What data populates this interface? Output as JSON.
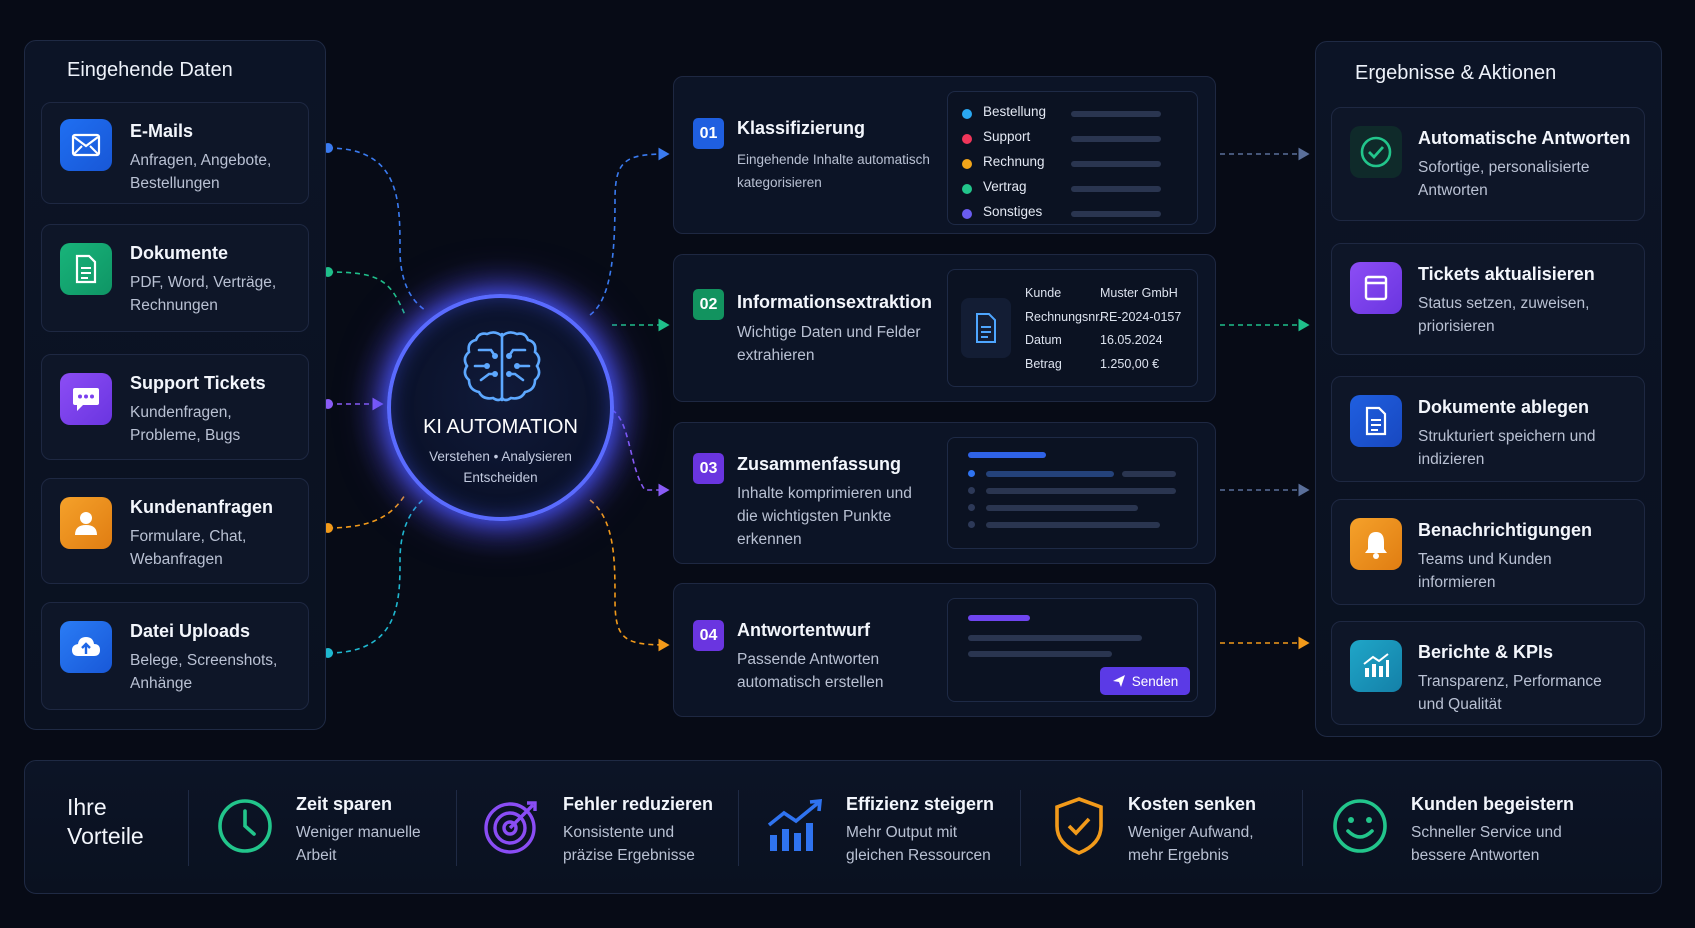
{
  "left": {
    "title": "Eingehende Daten",
    "items": [
      {
        "title": "E-Mails",
        "desc1": "Anfragen, Angebote,",
        "desc2": "Bestellungen",
        "icon": "mail-icon"
      },
      {
        "title": "Dokumente",
        "desc1": "PDF, Word, Verträge,",
        "desc2": "Rechnungen",
        "icon": "document-icon"
      },
      {
        "title": "Support Tickets",
        "desc1": "Kundenfragen,",
        "desc2": "Probleme, Bugs",
        "icon": "chat-icon"
      },
      {
        "title": "Kundenanfragen",
        "desc1": "Formulare, Chat,",
        "desc2": "Webanfragen",
        "icon": "user-icon"
      },
      {
        "title": "Datei Uploads",
        "desc1": "Belege, Screenshots,",
        "desc2": "Anhänge",
        "icon": "cloud-upload-icon"
      }
    ]
  },
  "center": {
    "title": "KI AUTOMATION",
    "subtitle1": "Verstehen • Analysieren",
    "subtitle2": "Entscheiden",
    "icon": "brain-icon"
  },
  "steps": [
    {
      "num": "01",
      "title": "Klassifizierung",
      "desc1": "Eingehende Inhalte automatisch",
      "desc2": "kategorisieren",
      "desc3": ""
    },
    {
      "num": "02",
      "title": "Informationsextraktion",
      "desc1": "Wichtige Daten und Felder",
      "desc2": "extrahieren",
      "desc3": ""
    },
    {
      "num": "03",
      "title": "Zusammenfassung",
      "desc1": "Inhalte komprimieren und",
      "desc2": "die wichtigsten Punkte",
      "desc3": "erkennen"
    },
    {
      "num": "04",
      "title": "Antwortentwurf",
      "desc1": "Passende Antworten",
      "desc2": "automatisch erstellen",
      "desc3": ""
    }
  ],
  "categories": [
    {
      "label": "Bestellung",
      "color": "#2aa8f2"
    },
    {
      "label": "Support",
      "color": "#f0365a"
    },
    {
      "label": "Rechnung",
      "color": "#f2a51a"
    },
    {
      "label": "Vertrag",
      "color": "#22c58b"
    },
    {
      "label": "Sonstiges",
      "color": "#6a5cf0"
    }
  ],
  "extraction": [
    {
      "key": "Kunde",
      "value": "Muster GmbH"
    },
    {
      "key": "Rechnungsnr.",
      "value": "RE-2024-0157"
    },
    {
      "key": "Datum",
      "value": "16.05.2024"
    },
    {
      "key": "Betrag",
      "value": "1.250,00 €"
    }
  ],
  "send_label": "Senden",
  "right": {
    "title": "Ergebnisse & Aktionen",
    "items": [
      {
        "title": "Automatische Antworten",
        "desc1": "Sofortige, personalisierte",
        "desc2": "Antworten",
        "icon": "check-circle-icon"
      },
      {
        "title": "Tickets aktualisieren",
        "desc1": "Status setzen, zuweisen,",
        "desc2": "priorisieren",
        "icon": "ticket-icon"
      },
      {
        "title": "Dokumente ablegen",
        "desc1": "Strukturiert speichern und",
        "desc2": "indizieren",
        "icon": "document-icon"
      },
      {
        "title": "Benachrichtigungen",
        "desc1": "Teams und Kunden",
        "desc2": "informieren",
        "icon": "bell-icon"
      },
      {
        "title": "Berichte & KPIs",
        "desc1": "Transparenz, Performance",
        "desc2": "und Qualität",
        "icon": "chart-icon"
      }
    ]
  },
  "benefits": {
    "title1": "Ihre",
    "title2": "Vorteile",
    "items": [
      {
        "title": "Zeit sparen",
        "desc1": "Weniger manuelle",
        "desc2": "Arbeit",
        "icon": "clock-icon"
      },
      {
        "title": "Fehler reduzieren",
        "desc1": "Konsistente und",
        "desc2": "präzise Ergebnisse",
        "icon": "target-icon"
      },
      {
        "title": "Effizienz steigern",
        "desc1": "Mehr Output mit",
        "desc2": "gleichen Ressourcen",
        "icon": "growth-chart-icon"
      },
      {
        "title": "Kosten senken",
        "desc1": "Weniger Aufwand,",
        "desc2": "mehr Ergebnis",
        "icon": "shield-check-icon"
      },
      {
        "title": "Kunden begeistern",
        "desc1": "Schneller Service und",
        "desc2": "bessere Antworten",
        "icon": "smile-icon"
      }
    ]
  }
}
